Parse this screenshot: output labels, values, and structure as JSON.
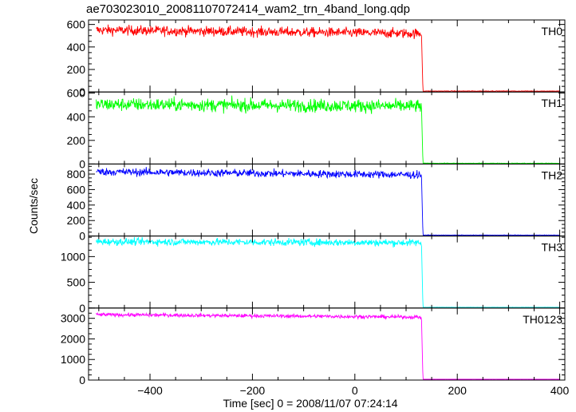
{
  "chart_data": {
    "type": "line",
    "title": "ae703023010_20081107072414_wam2_trn_4band_long.qdp",
    "xlabel": "Time [sec] 0 = 2008/11/07 07:24:14",
    "ylabel": "Counts/sec",
    "xlim": [
      -520,
      410
    ],
    "xticks": [
      -400,
      -200,
      0,
      200,
      400
    ],
    "drop_time": 130,
    "panels": [
      {
        "name": "TH0",
        "color": "#ff0000",
        "ylim": [
          0,
          640
        ],
        "yticks": [
          0,
          200,
          400,
          600
        ],
        "level_start": 550,
        "level_end": 520,
        "noise": 22,
        "after": 8
      },
      {
        "name": "TH1",
        "color": "#00ff00",
        "ylim": [
          0,
          610
        ],
        "yticks": [
          0,
          200,
          400,
          600
        ],
        "level_start": 505,
        "level_end": 490,
        "noise": 28,
        "after": 6
      },
      {
        "name": "TH2",
        "color": "#0000ff",
        "ylim": [
          0,
          930
        ],
        "yticks": [
          0,
          200,
          400,
          600,
          800
        ],
        "level_start": 830,
        "level_end": 790,
        "noise": 25,
        "after": 12
      },
      {
        "name": "TH3",
        "color": "#00ffff",
        "ylim": [
          0,
          1400
        ],
        "yticks": [
          0,
          500,
          1000
        ],
        "level_start": 1290,
        "level_end": 1270,
        "noise": 35,
        "after": 15
      },
      {
        "name": "TH0123",
        "color": "#ff00ff",
        "ylim": [
          0,
          3500
        ],
        "yticks": [
          0,
          1000,
          2000,
          3000
        ],
        "level_start": 3180,
        "level_end": 3060,
        "noise": 45,
        "after": 40
      }
    ]
  }
}
